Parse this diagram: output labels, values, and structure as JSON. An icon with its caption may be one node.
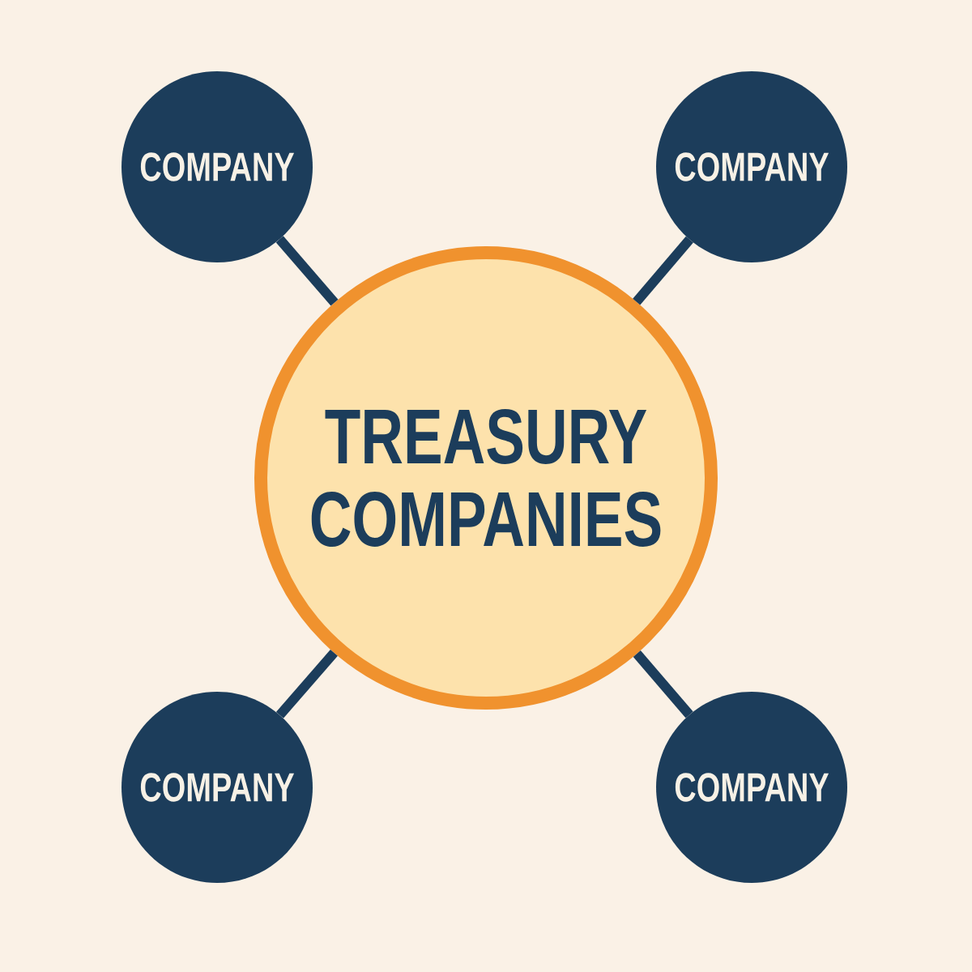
{
  "diagram": {
    "nodes": [
      {
        "text": [
          "TREASURY COMPANIES"
        ]
      },
      {
        "text": [
          "COMPANY"
        ]
      },
      {
        "text": [
          "COMPANY"
        ]
      },
      {
        "text": [
          "COMPANY"
        ]
      },
      {
        "text": [
          "COMPANY"
        ]
      }
    ],
    "edges": [
      {
        "from": 0,
        "to": 1,
        "arrow": "none"
      },
      {
        "from": 0,
        "to": 2,
        "arrow": "none"
      },
      {
        "from": 0,
        "to": 3,
        "arrow": "none"
      },
      {
        "from": 0,
        "to": 4,
        "arrow": "none"
      }
    ]
  }
}
